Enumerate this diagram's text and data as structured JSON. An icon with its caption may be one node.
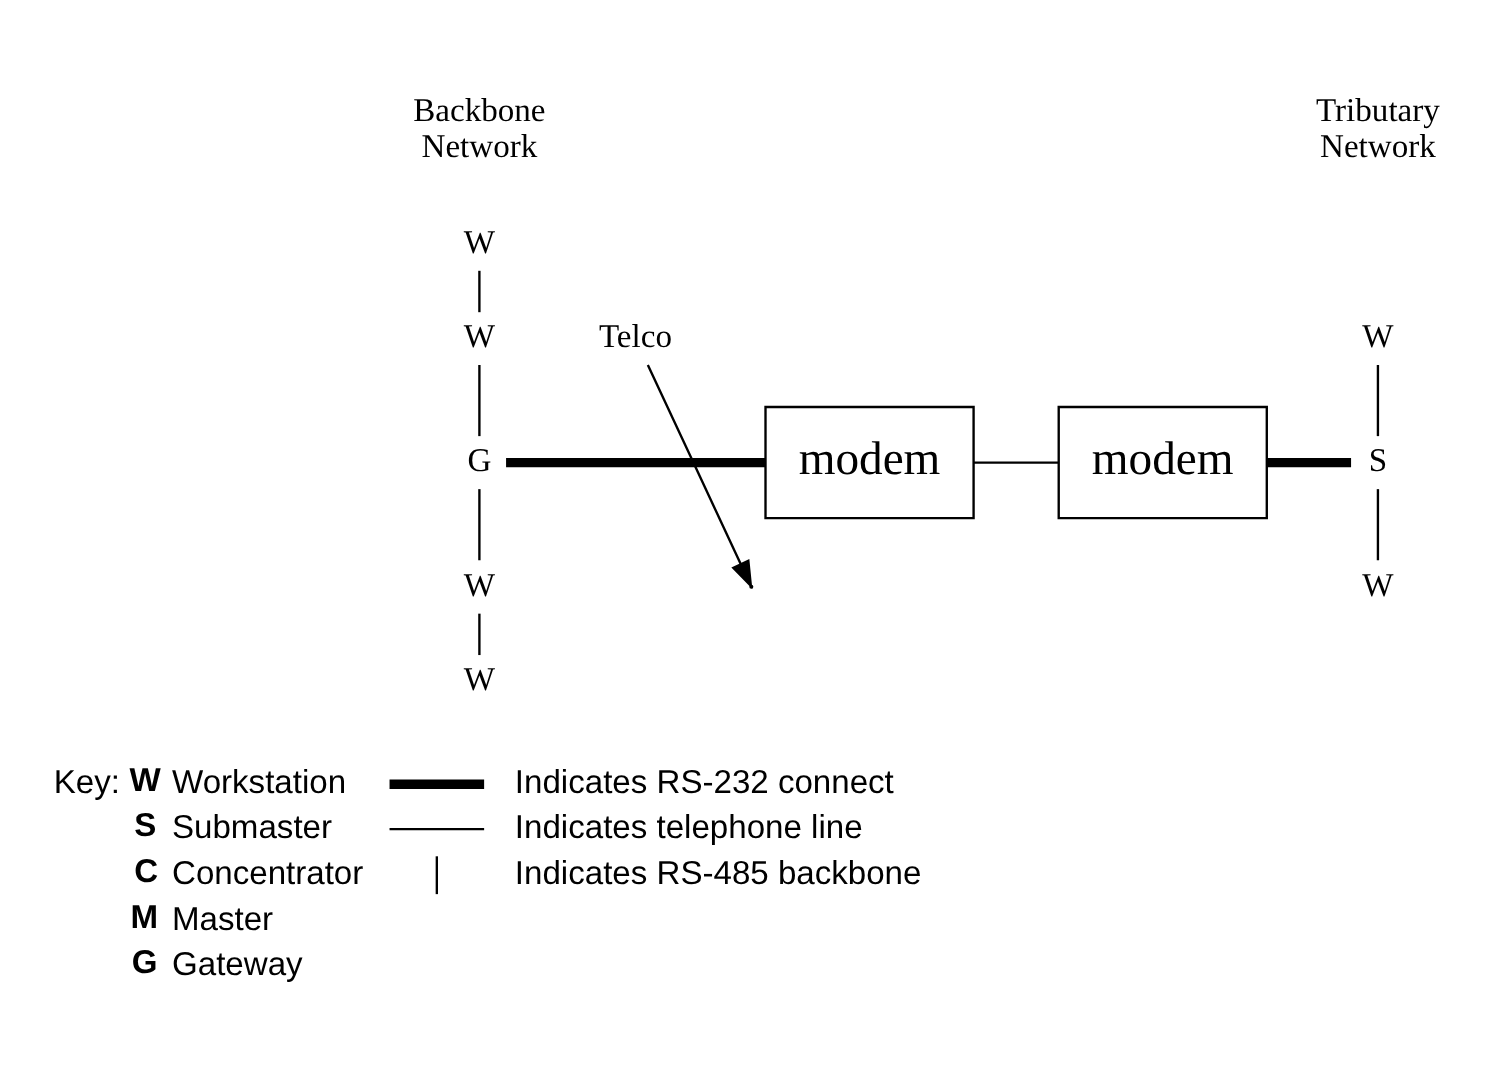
{
  "diagram": {
    "nodes": [
      {
        "text": [
          "W"
        ]
      },
      {
        "text": [
          "W"
        ]
      },
      {
        "text": [
          "G"
        ]
      },
      {
        "text": [
          "W"
        ]
      },
      {
        "text": [
          "W"
        ]
      },
      {
        "text": [
          "modem"
        ]
      },
      {
        "text": [
          "modem"
        ]
      },
      {
        "text": [
          "W"
        ]
      },
      {
        "text": [
          "S"
        ]
      },
      {
        "text": [
          "W"
        ]
      },
      {
        "text": [
          "Telco"
        ]
      }
    ],
    "edges": [
      {
        "from": 0,
        "to": 1,
        "arrow": "none"
      },
      {
        "from": 1,
        "to": 2,
        "arrow": "none"
      },
      {
        "from": 2,
        "to": 3,
        "arrow": "none"
      },
      {
        "from": 3,
        "to": 4,
        "arrow": "none"
      },
      {
        "from": 2,
        "to": 5,
        "arrow": "none",
        "style": "thick"
      },
      {
        "from": 5,
        "to": 6,
        "arrow": "none"
      },
      {
        "from": 6,
        "to": 8,
        "arrow": "none",
        "style": "thick"
      },
      {
        "from": 7,
        "to": 8,
        "arrow": "none"
      },
      {
        "from": 8,
        "to": 9,
        "arrow": "none"
      },
      {
        "from": 10,
        "to": null,
        "arrow": "to"
      }
    ],
    "labels": [
      "Backbone Network",
      "Tributary Network",
      "Key:",
      "W",
      "Workstation",
      "S",
      "Submaster",
      "C",
      "Concentrator",
      "M",
      "Master",
      "G",
      "Gateway"
    ],
    "legend": [
      {
        "text": "Indicates RS-232 connect"
      },
      {
        "text": "Indicates telephone line"
      },
      {
        "text": "Indicates RS-485 backbone"
      }
    ]
  }
}
